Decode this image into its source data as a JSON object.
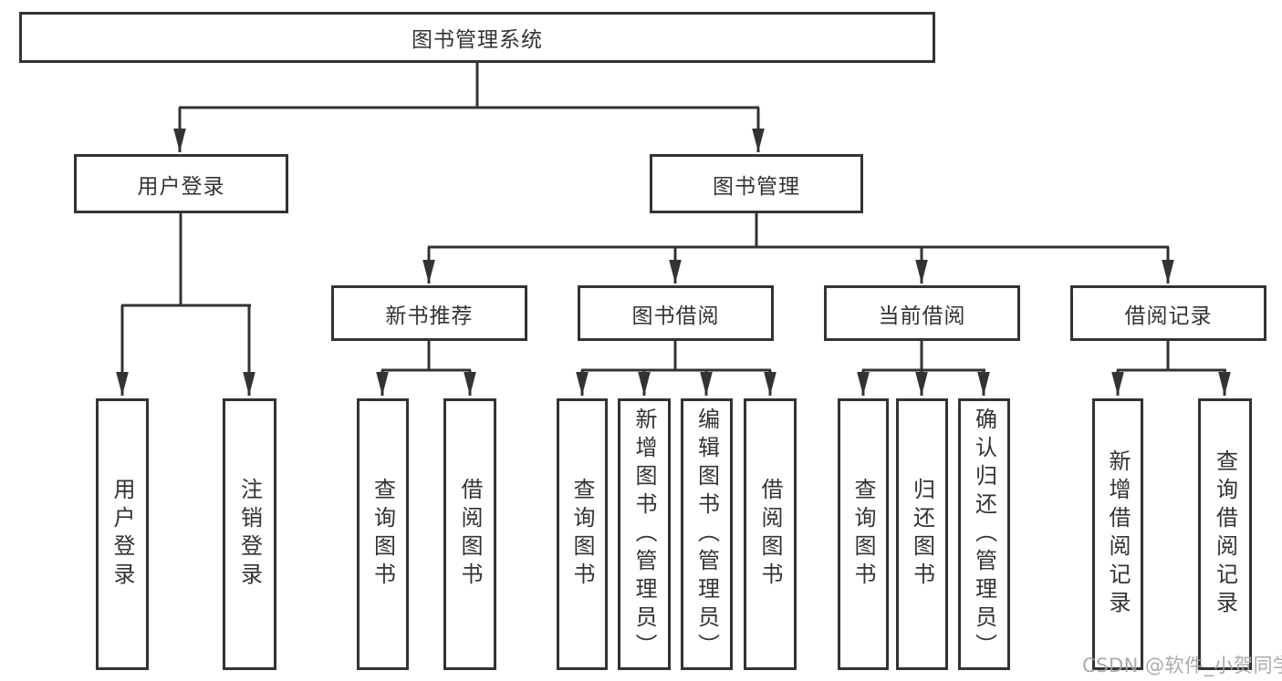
{
  "diagram": {
    "type": "hierarchy-tree",
    "colors": {
      "line": "#333333",
      "box_border": "#333333",
      "text": "#333333",
      "background": "#ffffff",
      "watermark": "#a3a3a3"
    }
  },
  "tree": {
    "label": "图书管理系统",
    "children": [
      {
        "label": "用户登录",
        "children": [
          {
            "label": "用户登录"
          },
          {
            "label": "注销登录"
          }
        ]
      },
      {
        "label": "图书管理",
        "children": [
          {
            "label": "新书推荐",
            "children": [
              {
                "label": "查询图书"
              },
              {
                "label": "借阅图书"
              }
            ]
          },
          {
            "label": "图书借阅",
            "children": [
              {
                "label": "查询图书"
              },
              {
                "label": "新增图书（管理员）"
              },
              {
                "label": "编辑图书（管理员）"
              },
              {
                "label": "借阅图书"
              }
            ]
          },
          {
            "label": "当前借阅",
            "children": [
              {
                "label": "查询图书"
              },
              {
                "label": "归还图书"
              },
              {
                "label": "确认归还（管理员）"
              }
            ]
          },
          {
            "label": "借阅记录",
            "children": [
              {
                "label": "新增借阅记录"
              },
              {
                "label": "查询借阅记录"
              }
            ]
          }
        ]
      }
    ]
  },
  "watermark": {
    "text": "CSDN @软件_小贺同学"
  }
}
